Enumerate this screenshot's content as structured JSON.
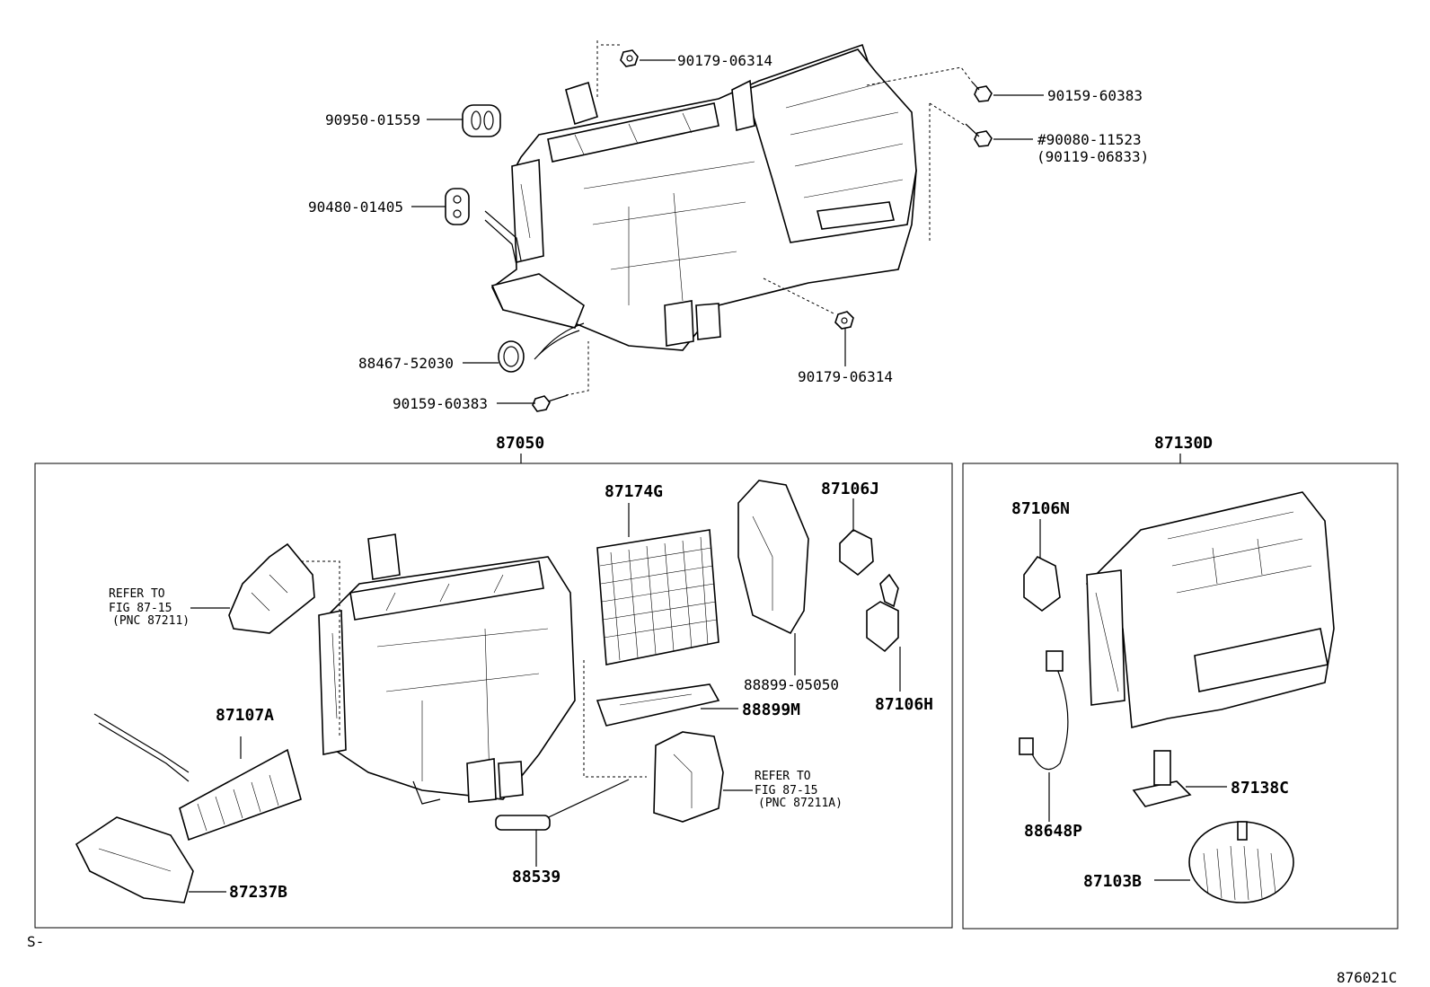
{
  "labels": {
    "p1": "90179-06314",
    "p2": "90159-60383",
    "p3": "#90080-11523",
    "p4": "(90119-06833)",
    "p5": "90950-01559",
    "p6": "90480-01405",
    "p7": "88467-52030",
    "p8": "90159-60383",
    "p9": "90179-06314",
    "box1_title": "87050",
    "box2_title": "87130D",
    "b1": "87174G",
    "b2": "87106J",
    "b3": "88899-05050",
    "b4": "87106H",
    "b5": "88899M",
    "b6": "87107A",
    "b7": "87237B",
    "b8": "88539",
    "c1": "87106N",
    "c2": "87138C",
    "c3": "88648P",
    "c4": "87103B",
    "corner_left": "S-",
    "corner_right": "876021C"
  },
  "refer1": {
    "l1": "REFER TO",
    "l2": "FIG 87-15",
    "l3": "(PNC 87211)"
  },
  "refer2": {
    "l1": "REFER TO",
    "l2": "FIG 87-15",
    "l3": "(PNC 87211A)"
  }
}
